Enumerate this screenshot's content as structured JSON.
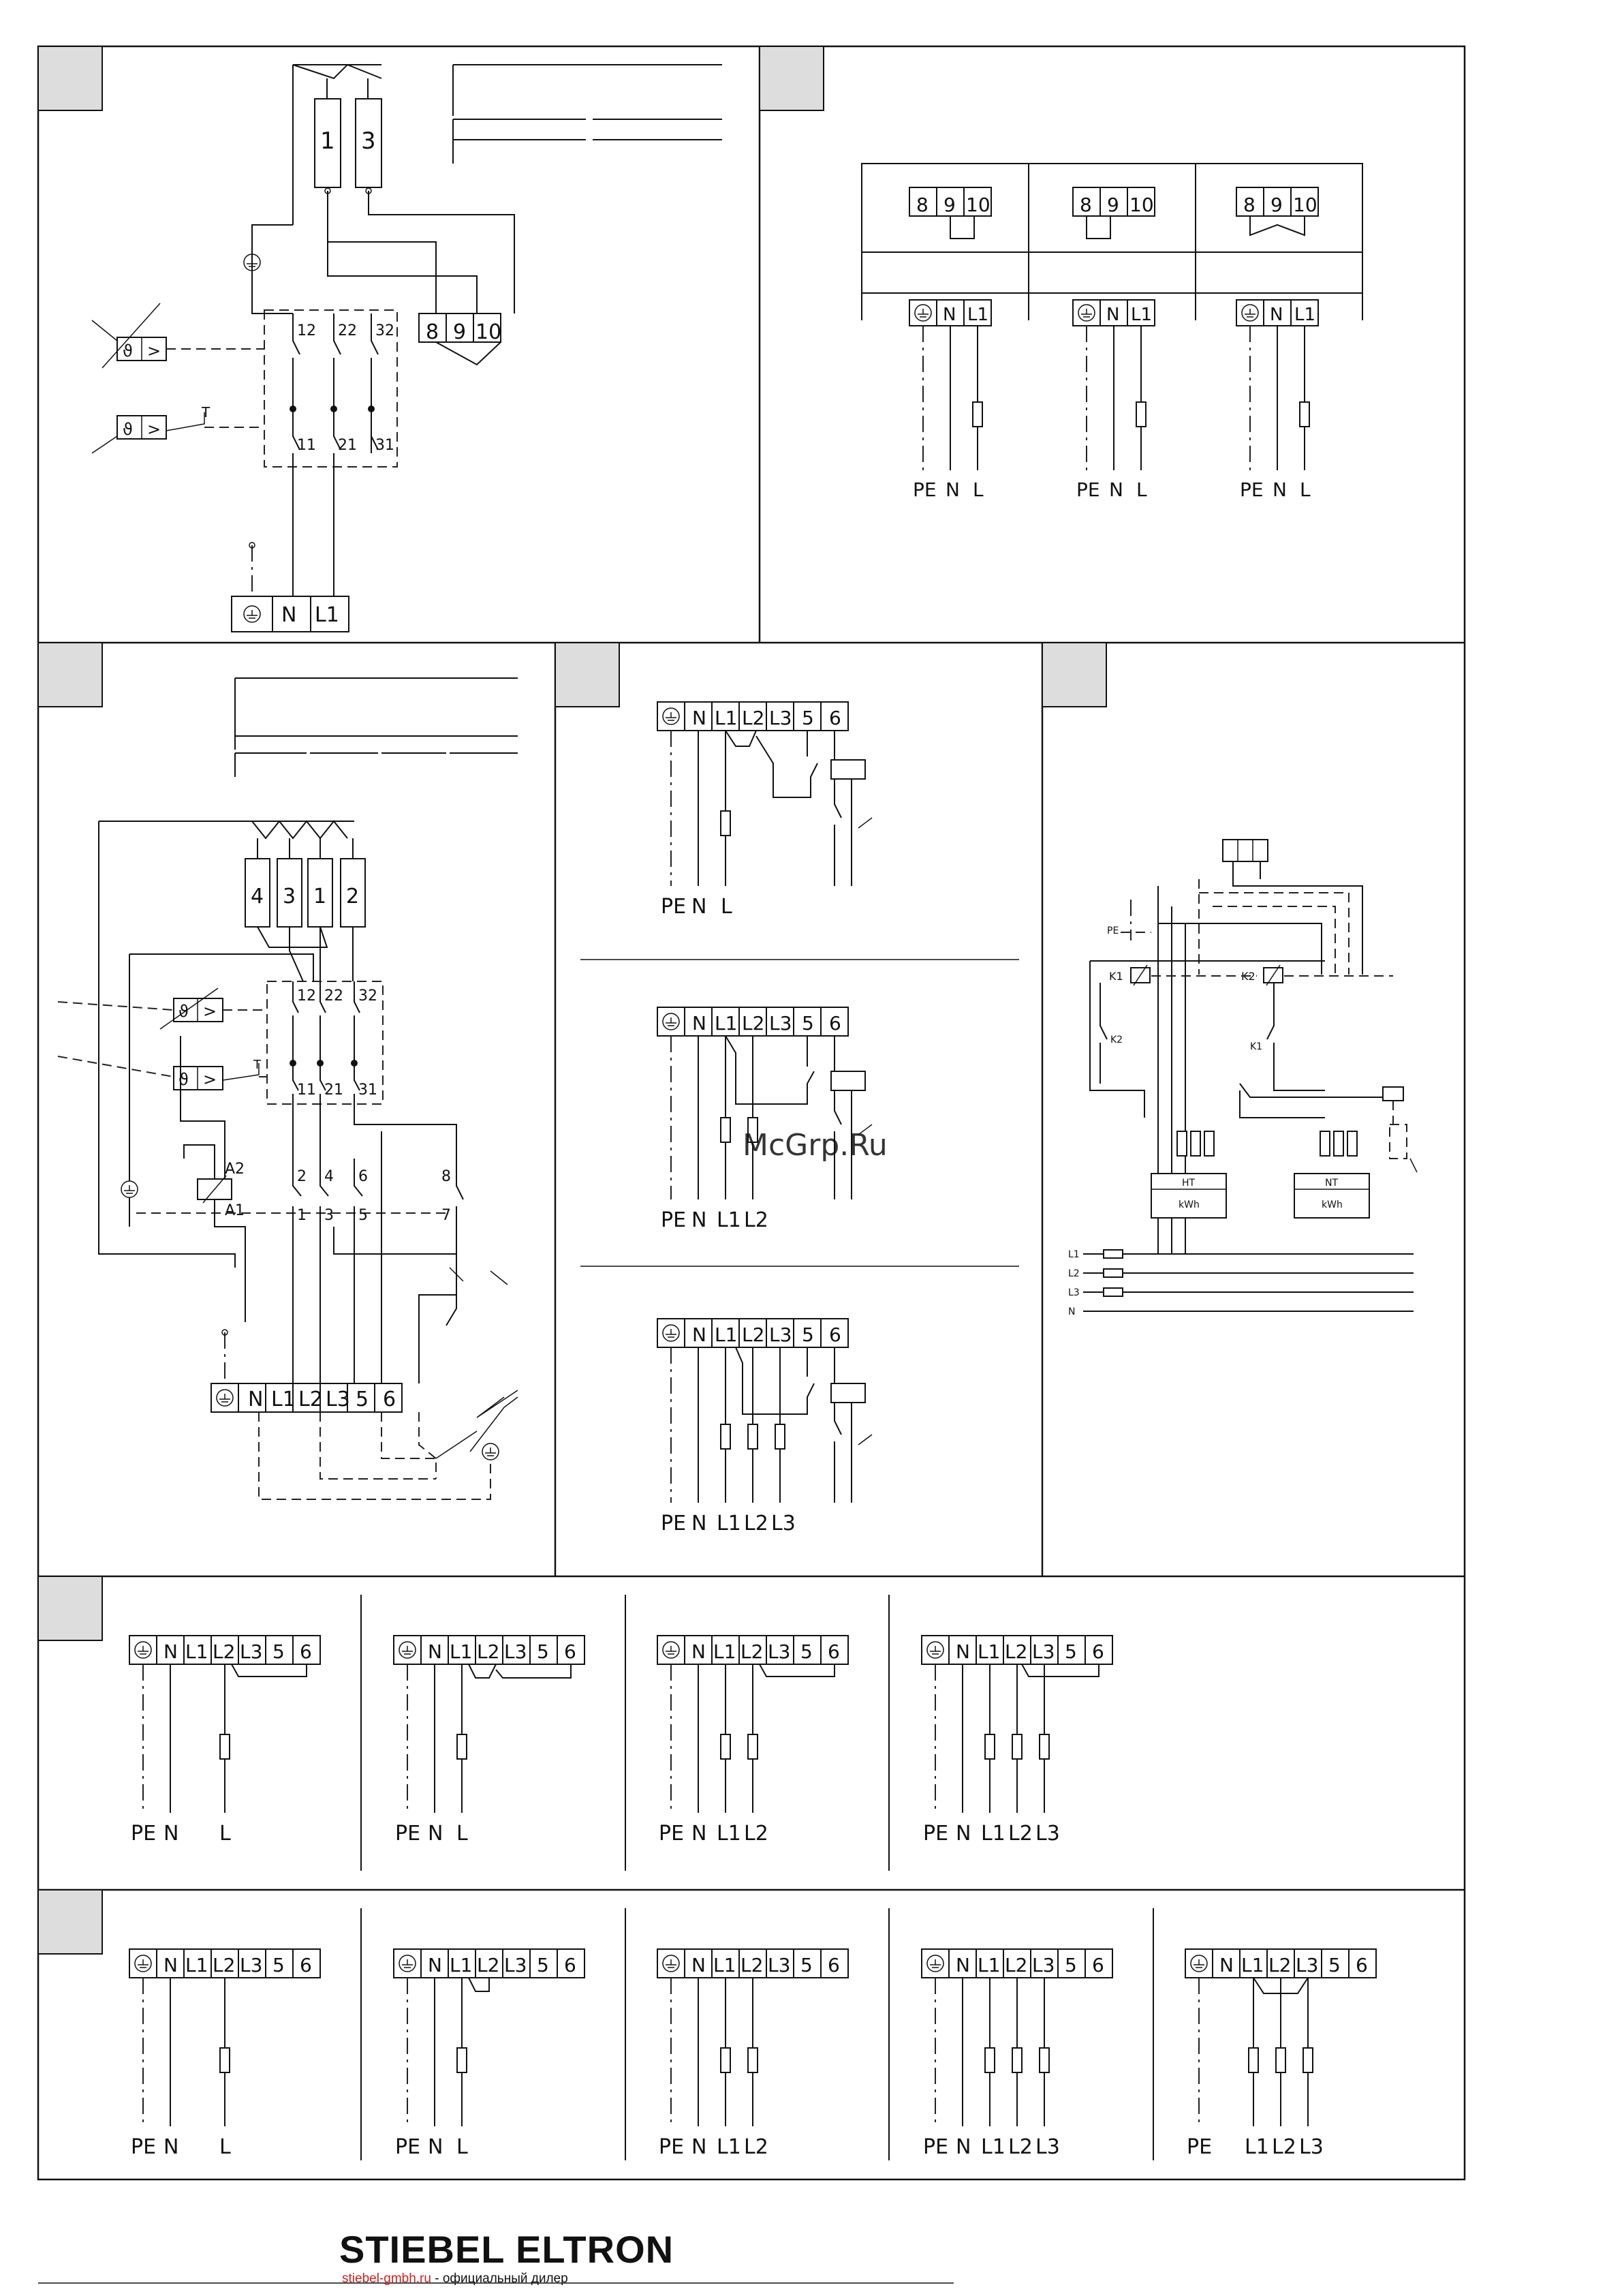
{
  "terminal_labels": {
    "pe_symbol": "⏚",
    "n": "N",
    "l1": "L1",
    "l2": "L2",
    "l3": "L3",
    "t5": "5",
    "t6": "6"
  },
  "supply_labels": {
    "pe": "PE",
    "n": "N",
    "l": "L",
    "l1": "L1",
    "l2": "L2",
    "l3": "L3"
  },
  "panel1": {
    "heater_numbers": [
      "1",
      "3"
    ],
    "switch_top": [
      "12",
      "22",
      "32"
    ],
    "switch_bottom": [
      "11",
      "21",
      "31"
    ],
    "bridge_terminals": [
      "8",
      "9",
      "10"
    ],
    "theta_symbol": "ϑ",
    "greater": ">",
    "limiter_mark": "T"
  },
  "panel2": {
    "bridge_terminals": [
      "8",
      "9",
      "10"
    ]
  },
  "panel3": {
    "heater_numbers": [
      "4",
      "3",
      "1",
      "2"
    ],
    "switch_top": [
      "12",
      "22",
      "32"
    ],
    "switch_bottom": [
      "11",
      "21",
      "31"
    ],
    "contactor_top": [
      "A2"
    ],
    "contactor_bottom": [
      "A1"
    ],
    "contact_top": [
      "2",
      "4",
      "6",
      "8"
    ],
    "contact_bottom": [
      "1",
      "3",
      "5",
      "7"
    ]
  },
  "panel5": {
    "k1": "K1",
    "k2": "K2",
    "pe": "PE",
    "meter_ht": "HT",
    "meter_nt": "NT",
    "kwh": "kWh",
    "lines": [
      "L1",
      "L2",
      "L3",
      "N"
    ]
  },
  "watermark": "McGrp.Ru",
  "logo": {
    "brand": "STIEBEL ELTRON",
    "site": "stiebel-gmbh.ru",
    "suffix": " - официальный дилер"
  }
}
